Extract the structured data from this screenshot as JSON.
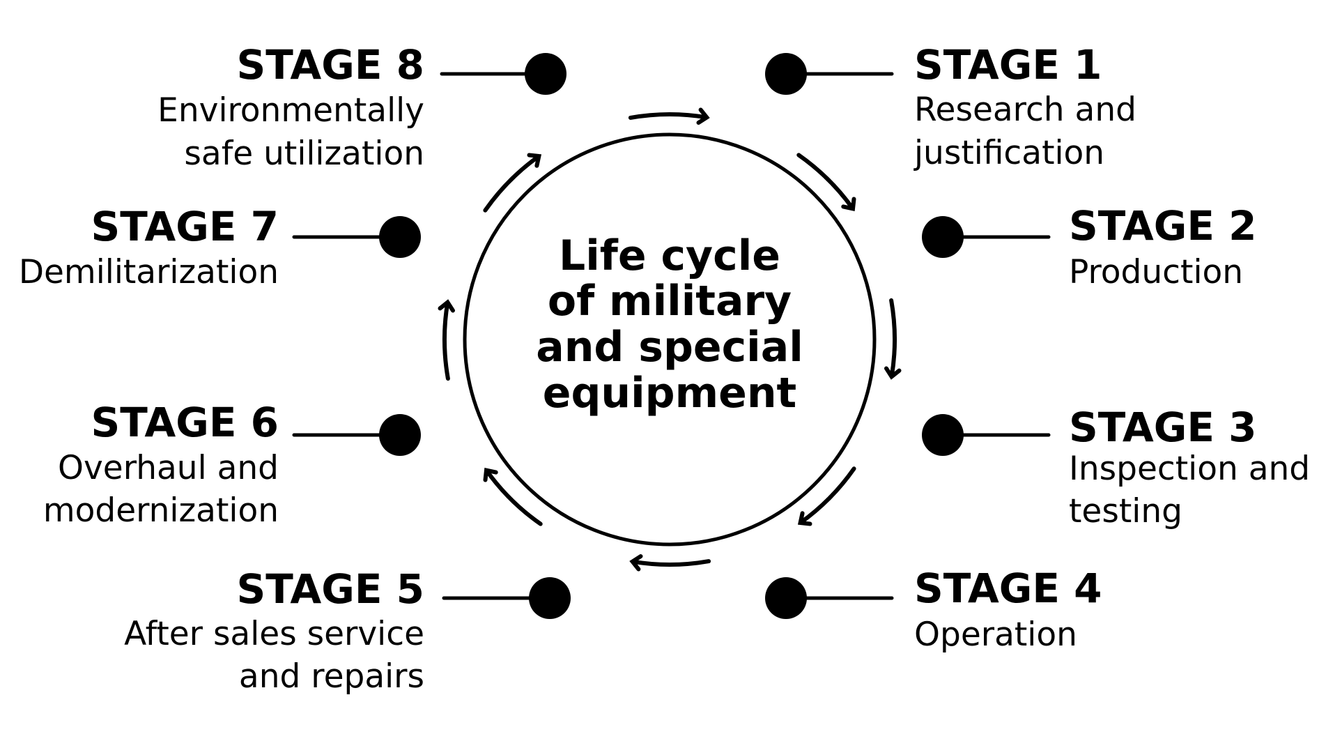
{
  "diagram": {
    "title_lines": [
      "Life cycle",
      "of military",
      "and special",
      "equipment"
    ],
    "stages": [
      {
        "label": "STAGE 1",
        "description": [
          "Research and",
          "justification"
        ]
      },
      {
        "label": "STAGE 2",
        "description": [
          "Production"
        ]
      },
      {
        "label": "STAGE 3",
        "description": [
          "Inspection and",
          "testing"
        ]
      },
      {
        "label": "STAGE 4",
        "description": [
          "Operation"
        ]
      },
      {
        "label": "STAGE 5",
        "description": [
          "After sales service",
          "and repairs"
        ]
      },
      {
        "label": "STAGE 6",
        "description": [
          "Overhaul and",
          "modernization"
        ]
      },
      {
        "label": "STAGE 7",
        "description": [
          "Demilitarization"
        ]
      },
      {
        "label": "STAGE 8",
        "description": [
          "Environmentally",
          "safe utilization"
        ]
      }
    ],
    "cycle_direction": "clockwise",
    "colors": {
      "foreground": "#000000",
      "background": "#ffffff"
    }
  }
}
